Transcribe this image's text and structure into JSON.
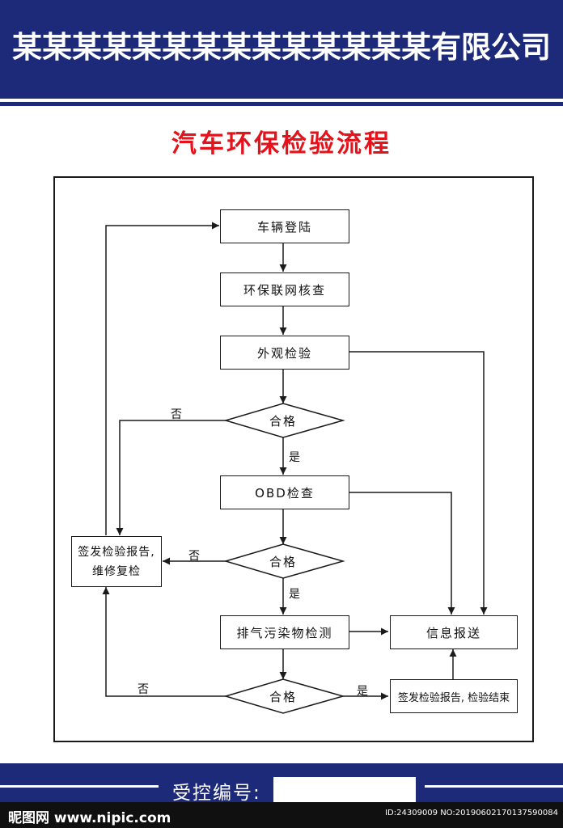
{
  "header": {
    "company_name": "某某某某某某某某某某某某某某有限公司",
    "title": "汽车环保检验流程"
  },
  "flowchart": {
    "nodes": {
      "vehicle_register": "车辆登陆",
      "network_check": "环保联网核查",
      "visual_inspection": "外观检验",
      "pass_1": "合格",
      "obd_check": "OBD检查",
      "pass_2": "合格",
      "emission_test": "排气污染物检测",
      "pass_3": "合格",
      "info_report": "信息报送",
      "issue_report_repair_line1": "签发检验报告,",
      "issue_report_repair_line2": "维修复检",
      "issue_report_end": "签发检验报告, 检验结束"
    },
    "edge_labels": {
      "no_1": "否",
      "no_2": "否",
      "no_3": "否",
      "yes_1": "是",
      "yes_2": "是",
      "yes_3": "是"
    }
  },
  "footer": {
    "control_number_label": "受控编号:",
    "control_number_value": ""
  },
  "watermark": {
    "left": "昵图网 www.nipic.com",
    "right": "ID:24309009 NO:20190602170137590084"
  },
  "colors": {
    "navy": "#1d2a7a",
    "title_red": "#e4121a"
  }
}
